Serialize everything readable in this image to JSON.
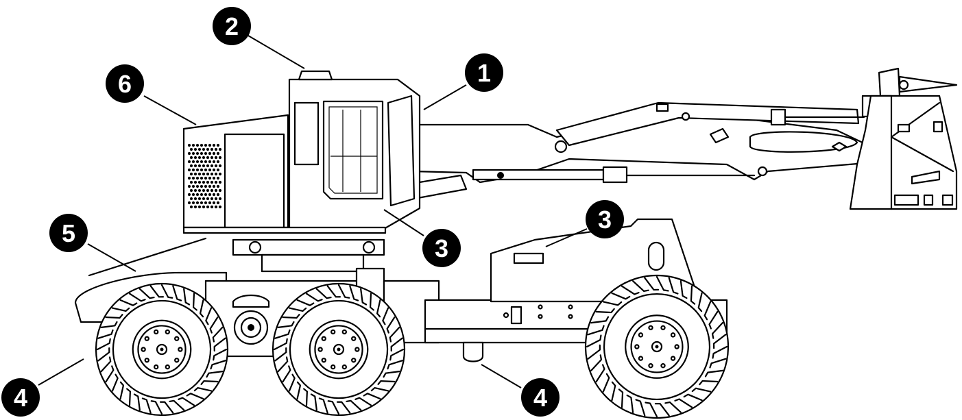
{
  "diagram": {
    "colors": {
      "line": "#000000",
      "callout_fill": "#000000",
      "callout_text": "#ffffff",
      "background": "#ffffff"
    },
    "callouts": [
      {
        "id": "c1",
        "label": "1"
      },
      {
        "id": "c2",
        "label": "2"
      },
      {
        "id": "c6",
        "label": "6"
      },
      {
        "id": "c5",
        "label": "5"
      },
      {
        "id": "c3a",
        "label": "3"
      },
      {
        "id": "c3b",
        "label": "3"
      },
      {
        "id": "c4a",
        "label": "4"
      },
      {
        "id": "c4b",
        "label": "4"
      }
    ]
  }
}
